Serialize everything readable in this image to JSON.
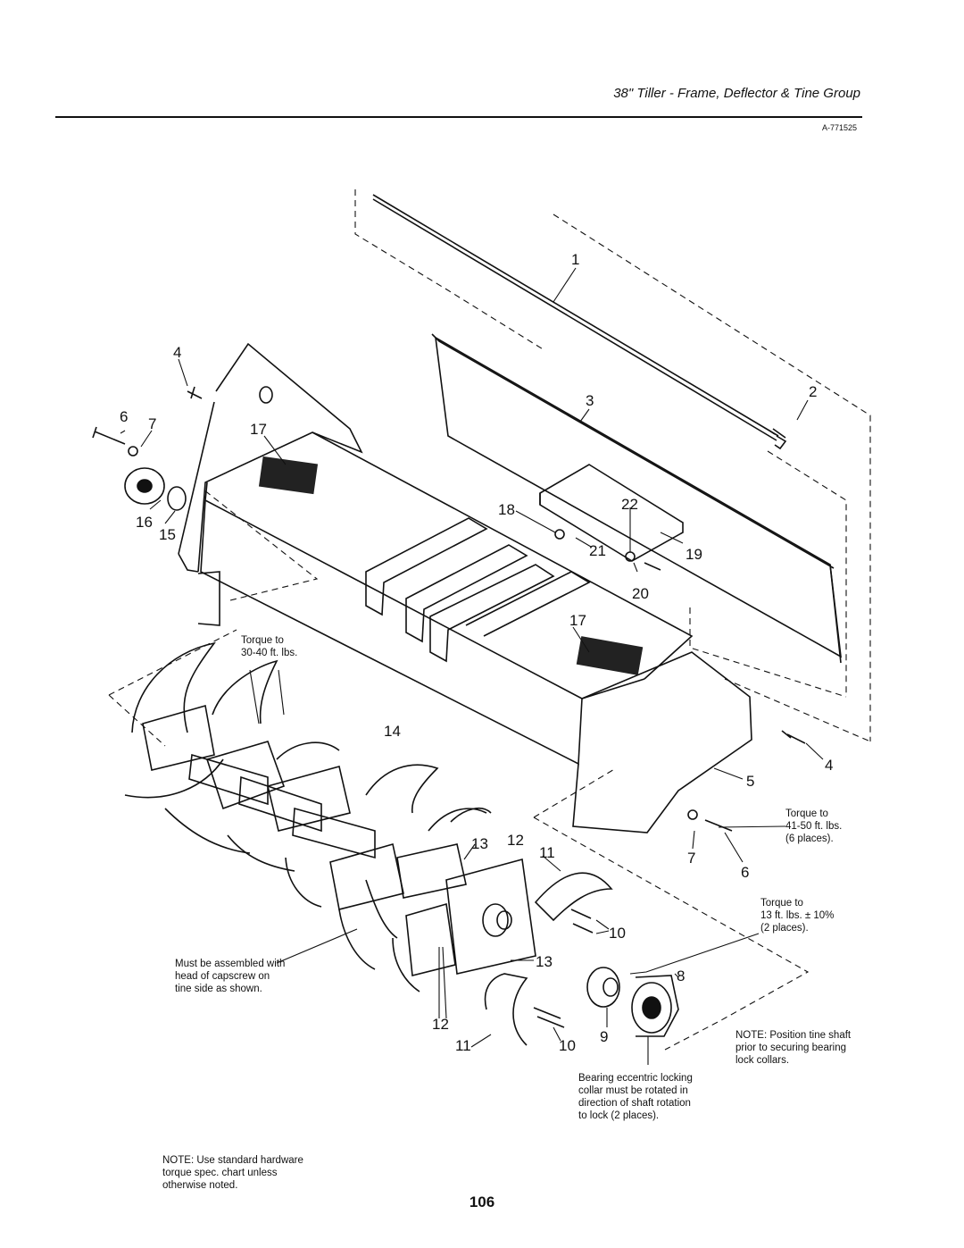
{
  "header": {
    "title": "38\" Tiller - Frame, Deflector & Tine Group",
    "doc_number": "A-771525"
  },
  "callouts": [
    "1",
    "2",
    "3",
    "4",
    "4",
    "5",
    "6",
    "6",
    "7",
    "7",
    "8",
    "9",
    "10",
    "10",
    "10",
    "11",
    "11",
    "12",
    "12",
    "13",
    "13",
    "14",
    "15",
    "16",
    "17",
    "17",
    "18",
    "19",
    "20",
    "21",
    "22"
  ],
  "notes": {
    "torque_tines": "Torque to\n30-40 ft. lbs.",
    "torque_bolts": "Torque to\n41-50 ft. lbs.\n(6 places).",
    "torque_collar": "Torque to\n13 ft. lbs. ± 10%\n(2 places).",
    "capscrew": "Must be assembled with\nhead of capscrew on\ntine side as shown.",
    "tine_shaft": "NOTE: Position tine shaft\nprior to securing bearing\nlock collars.",
    "eccentric": "Bearing eccentric locking\ncollar must be rotated in\ndirection of shaft rotation\nto lock (2 places).",
    "hardware": "NOTE: Use standard hardware\ntorque spec. chart unless\notherwise noted."
  },
  "page_number": "106"
}
